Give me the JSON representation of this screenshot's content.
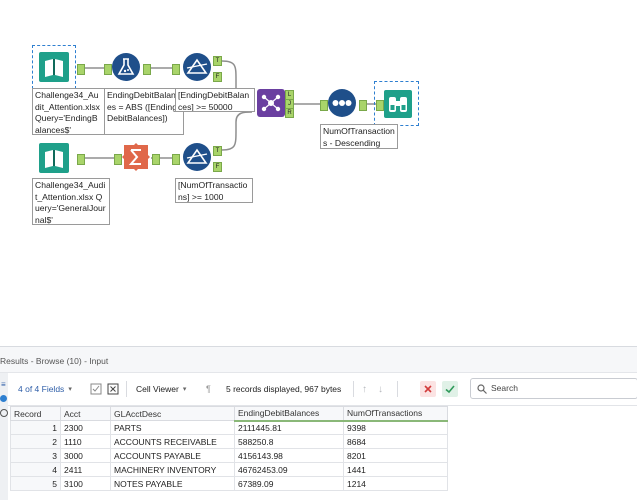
{
  "canvas": {
    "annotations": {
      "input1": "Challenge34_Audit_Attention.xlsx Query='EndingBalances$'",
      "formula1": "EndingDebitBalances = ABS ([EndingDebitBalances])",
      "filter1": "[EndingDebitBalances] >= 50000",
      "input2": "Challenge34_Audit_Attention.xlsx Query='GeneralJournal$'",
      "filter2": "[NumOfTransactions] >= 1000",
      "sort1": "NumOfTransactions - Descending"
    },
    "anchors": {
      "true_label": "T",
      "false_label": "F",
      "join_left": "L",
      "join_join": "J",
      "join_right": "R"
    },
    "colors": {
      "input": "#1fa08a",
      "formula": "#1f4f8a",
      "filter": "#1f4f8a",
      "summarize": "#e0684a",
      "join": "#6a3fa0",
      "sort": "#1f4f8a",
      "browse": "#1fa08a",
      "connector": "#8f8f8f",
      "anchor": "#a9d46a",
      "selected": "#2e7fd0"
    }
  },
  "results": {
    "title": "Results - Browse (10) - Input",
    "toolbar": {
      "fields": "4 of 4 Fields",
      "viewer": "Cell Viewer",
      "summary": "5 records displayed, 967 bytes",
      "search_placeholder": "Search"
    },
    "columns": [
      "Record",
      "Acct",
      "GLAcctDesc",
      "EndingDebitBalances",
      "NumOfTransactions"
    ],
    "rows": [
      {
        "record": "1",
        "acct": "2300",
        "desc": "PARTS",
        "balance": "2111445.81",
        "num": "9398"
      },
      {
        "record": "2",
        "acct": "1110",
        "desc": "ACCOUNTS RECEIVABLE",
        "balance": "588250.8",
        "num": "8684"
      },
      {
        "record": "3",
        "acct": "3000",
        "desc": "ACCOUNTS PAYABLE",
        "balance": "4156143.98",
        "num": "8201"
      },
      {
        "record": "4",
        "acct": "2411",
        "desc": "MACHINERY INVENTORY",
        "balance": "46762453.09",
        "num": "1441"
      },
      {
        "record": "5",
        "acct": "3100",
        "desc": "NOTES PAYABLE",
        "balance": "67389.09",
        "num": "1214"
      }
    ]
  }
}
